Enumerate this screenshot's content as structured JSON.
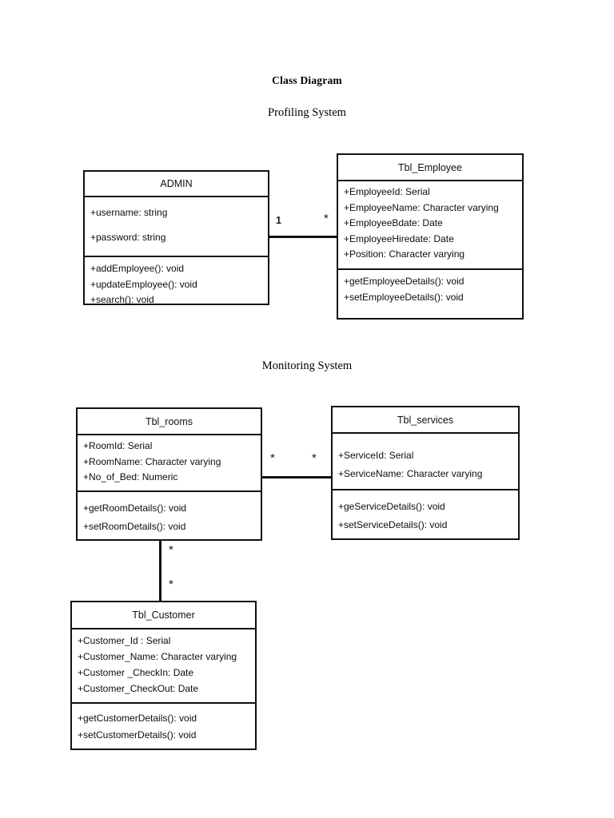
{
  "document": {
    "title": "Class Diagram",
    "sections": [
      {
        "id": "profiling",
        "title": "Profiling System"
      },
      {
        "id": "monitoring",
        "title": "Monitoring System"
      }
    ]
  },
  "classes": {
    "admin": {
      "name": "ADMIN",
      "attributes": [
        "+username: string",
        "+password: string"
      ],
      "operations": [
        "+addEmployee(): void",
        "+updateEmployee(): void",
        "+search(): void"
      ]
    },
    "tbl_employee": {
      "name": "Tbl_Employee",
      "attributes": [
        "+EmployeeId: Serial",
        "+EmployeeName: Character varying",
        "+EmployeeBdate: Date",
        "+EmployeeHiredate: Date",
        "+Position: Character varying"
      ],
      "operations": [
        "+getEmployeeDetails(): void",
        "+setEmployeeDetails(): void"
      ]
    },
    "tbl_rooms": {
      "name": "Tbl_rooms",
      "attributes": [
        "+RoomId: Serial",
        "+RoomName: Character varying",
        "+No_of_Bed: Numeric"
      ],
      "operations": [
        "+getRoomDetails(): void",
        "+setRoomDetails(): void"
      ]
    },
    "tbl_services": {
      "name": "Tbl_services",
      "attributes": [
        "+ServiceId: Serial",
        "+ServiceName: Character varying"
      ],
      "operations": [
        "+geServiceDetails(): void",
        "+setServiceDetails(): void"
      ]
    },
    "tbl_customer": {
      "name": "Tbl_Customer",
      "attributes": [
        "+Customer_Id : Serial",
        "+Customer_Name: Character varying",
        "+Customer _CheckIn: Date",
        "+Customer_CheckOut: Date"
      ],
      "operations": [
        "+getCustomerDetails(): void",
        "+setCustomerDetails(): void"
      ]
    }
  },
  "associations": [
    {
      "id": "admin-employee",
      "source": "ADMIN",
      "target": "Tbl_Employee",
      "source_multiplicity": "1",
      "target_multiplicity": "*"
    },
    {
      "id": "rooms-services",
      "source": "Tbl_rooms",
      "target": "Tbl_services",
      "source_multiplicity": "*",
      "target_multiplicity": "*"
    },
    {
      "id": "rooms-customer",
      "source": "Tbl_rooms",
      "target": "Tbl_Customer",
      "source_multiplicity": "*",
      "target_multiplicity": "*"
    }
  ],
  "colors": {
    "background": "#ffffff",
    "stroke": "#111111",
    "text": "#0d0d0d"
  }
}
